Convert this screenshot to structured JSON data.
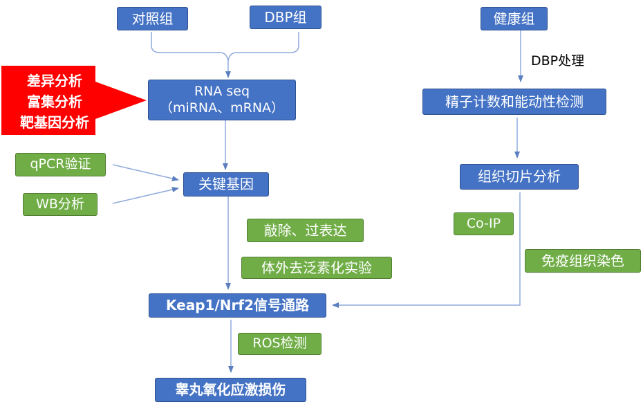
{
  "boxes": {
    "control": "对照组",
    "dbp_group": "DBP组",
    "healthy": "健康组",
    "rna_seq_line1": "RNA seq",
    "rna_seq_line2": "（miRNA、mRNA）",
    "sperm_test": "精子计数和能动性检测",
    "tissue_slice": "组织切片分析",
    "qpcr": "qPCR验证",
    "key_gene": "关键基因",
    "wb": "WB分析",
    "knockout": "敲除、过表达",
    "coip": "Co-IP",
    "invitro": "体外去泛素化实验",
    "ihc": "免疫组织染色",
    "keap_pathway": "Keap1/Nrf2信号通路",
    "ros": "ROS检测",
    "testis_damage": "睾丸氧化应激损伤"
  },
  "red_arrow": {
    "line1": "差异分析",
    "line2": "富集分析",
    "line3": "靶基因分析"
  },
  "edge_labels": {
    "dbp_treatment": "DBP处理"
  },
  "colors": {
    "blue": "#4472C4",
    "green": "#70AD47",
    "red": "#FF0000",
    "connector": "#8FAADC"
  }
}
